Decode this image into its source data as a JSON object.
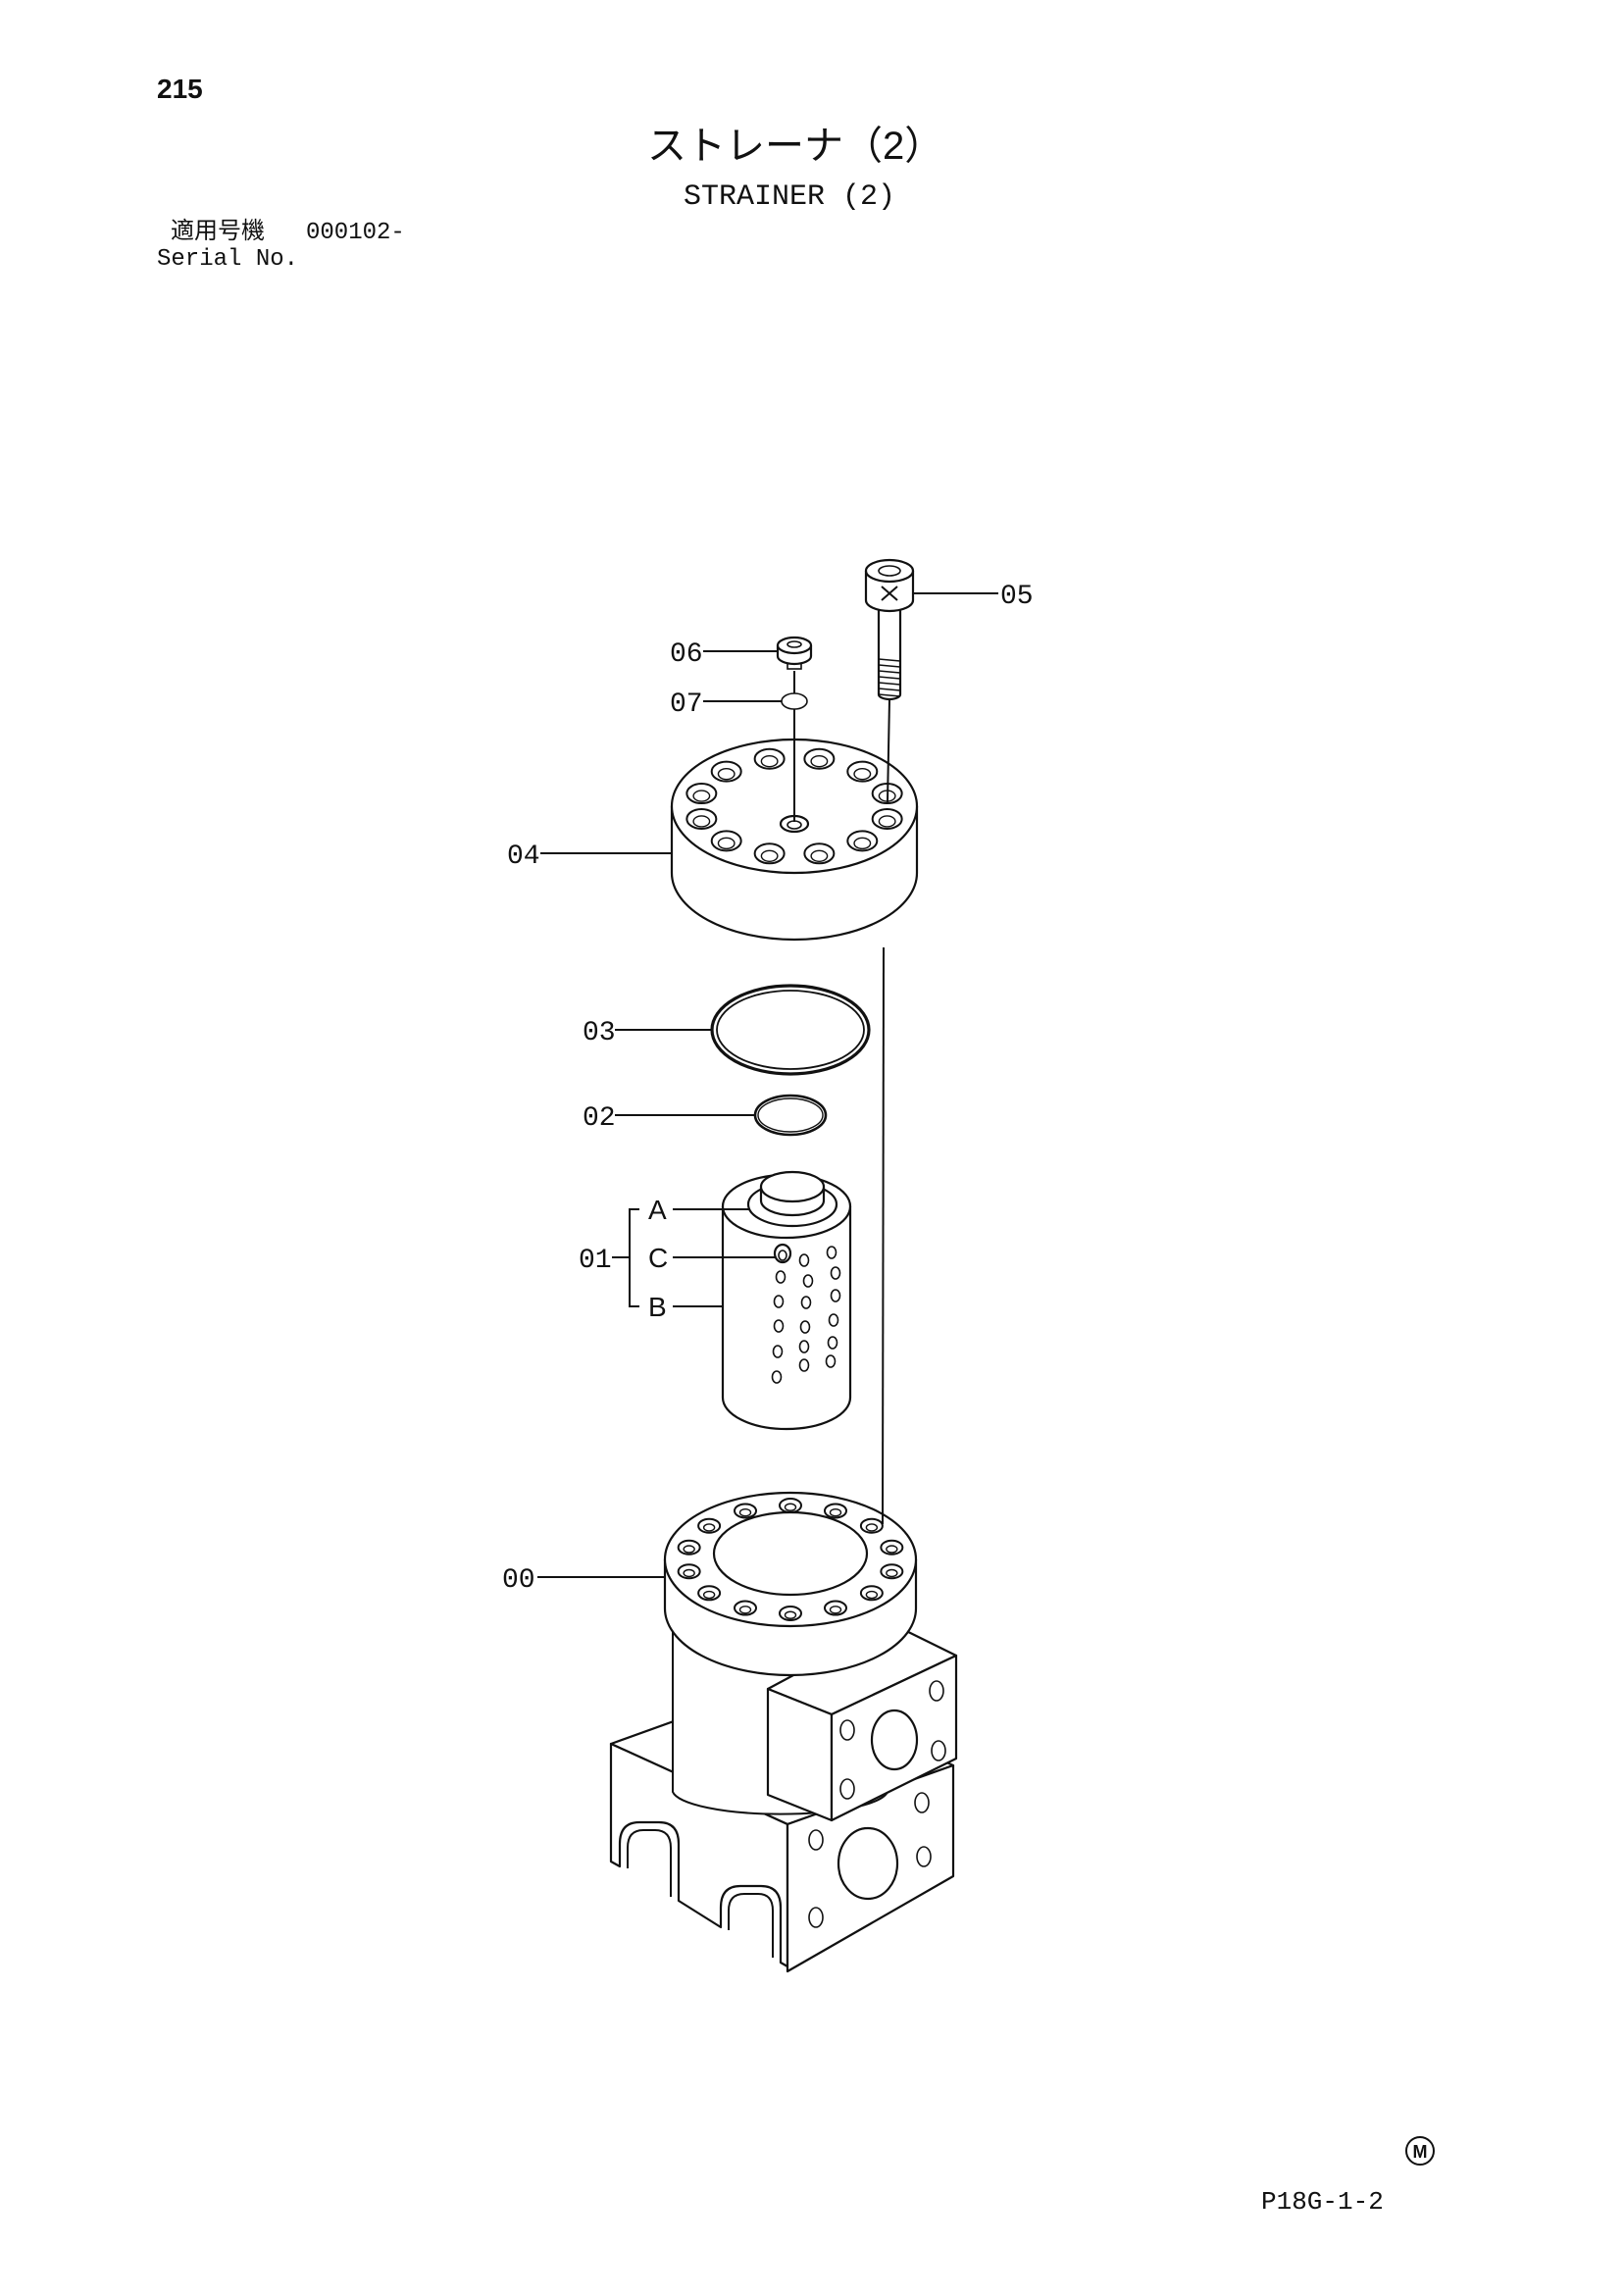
{
  "page": {
    "number": "215",
    "title_ja": "ストレーナ（2）",
    "title_en": "STRAINER (2)",
    "serial_label_ja": "適用号機",
    "serial_value": "000102-",
    "serial_label_en": "Serial No.",
    "mark": "M",
    "page_code": "P18G-1-2"
  },
  "callouts": {
    "p05": "05",
    "p06": "06",
    "p07": "07",
    "p04": "04",
    "p03": "03",
    "p02": "02",
    "p01": "01",
    "a": "A",
    "c": "C",
    "b": "B",
    "p00": "00"
  }
}
